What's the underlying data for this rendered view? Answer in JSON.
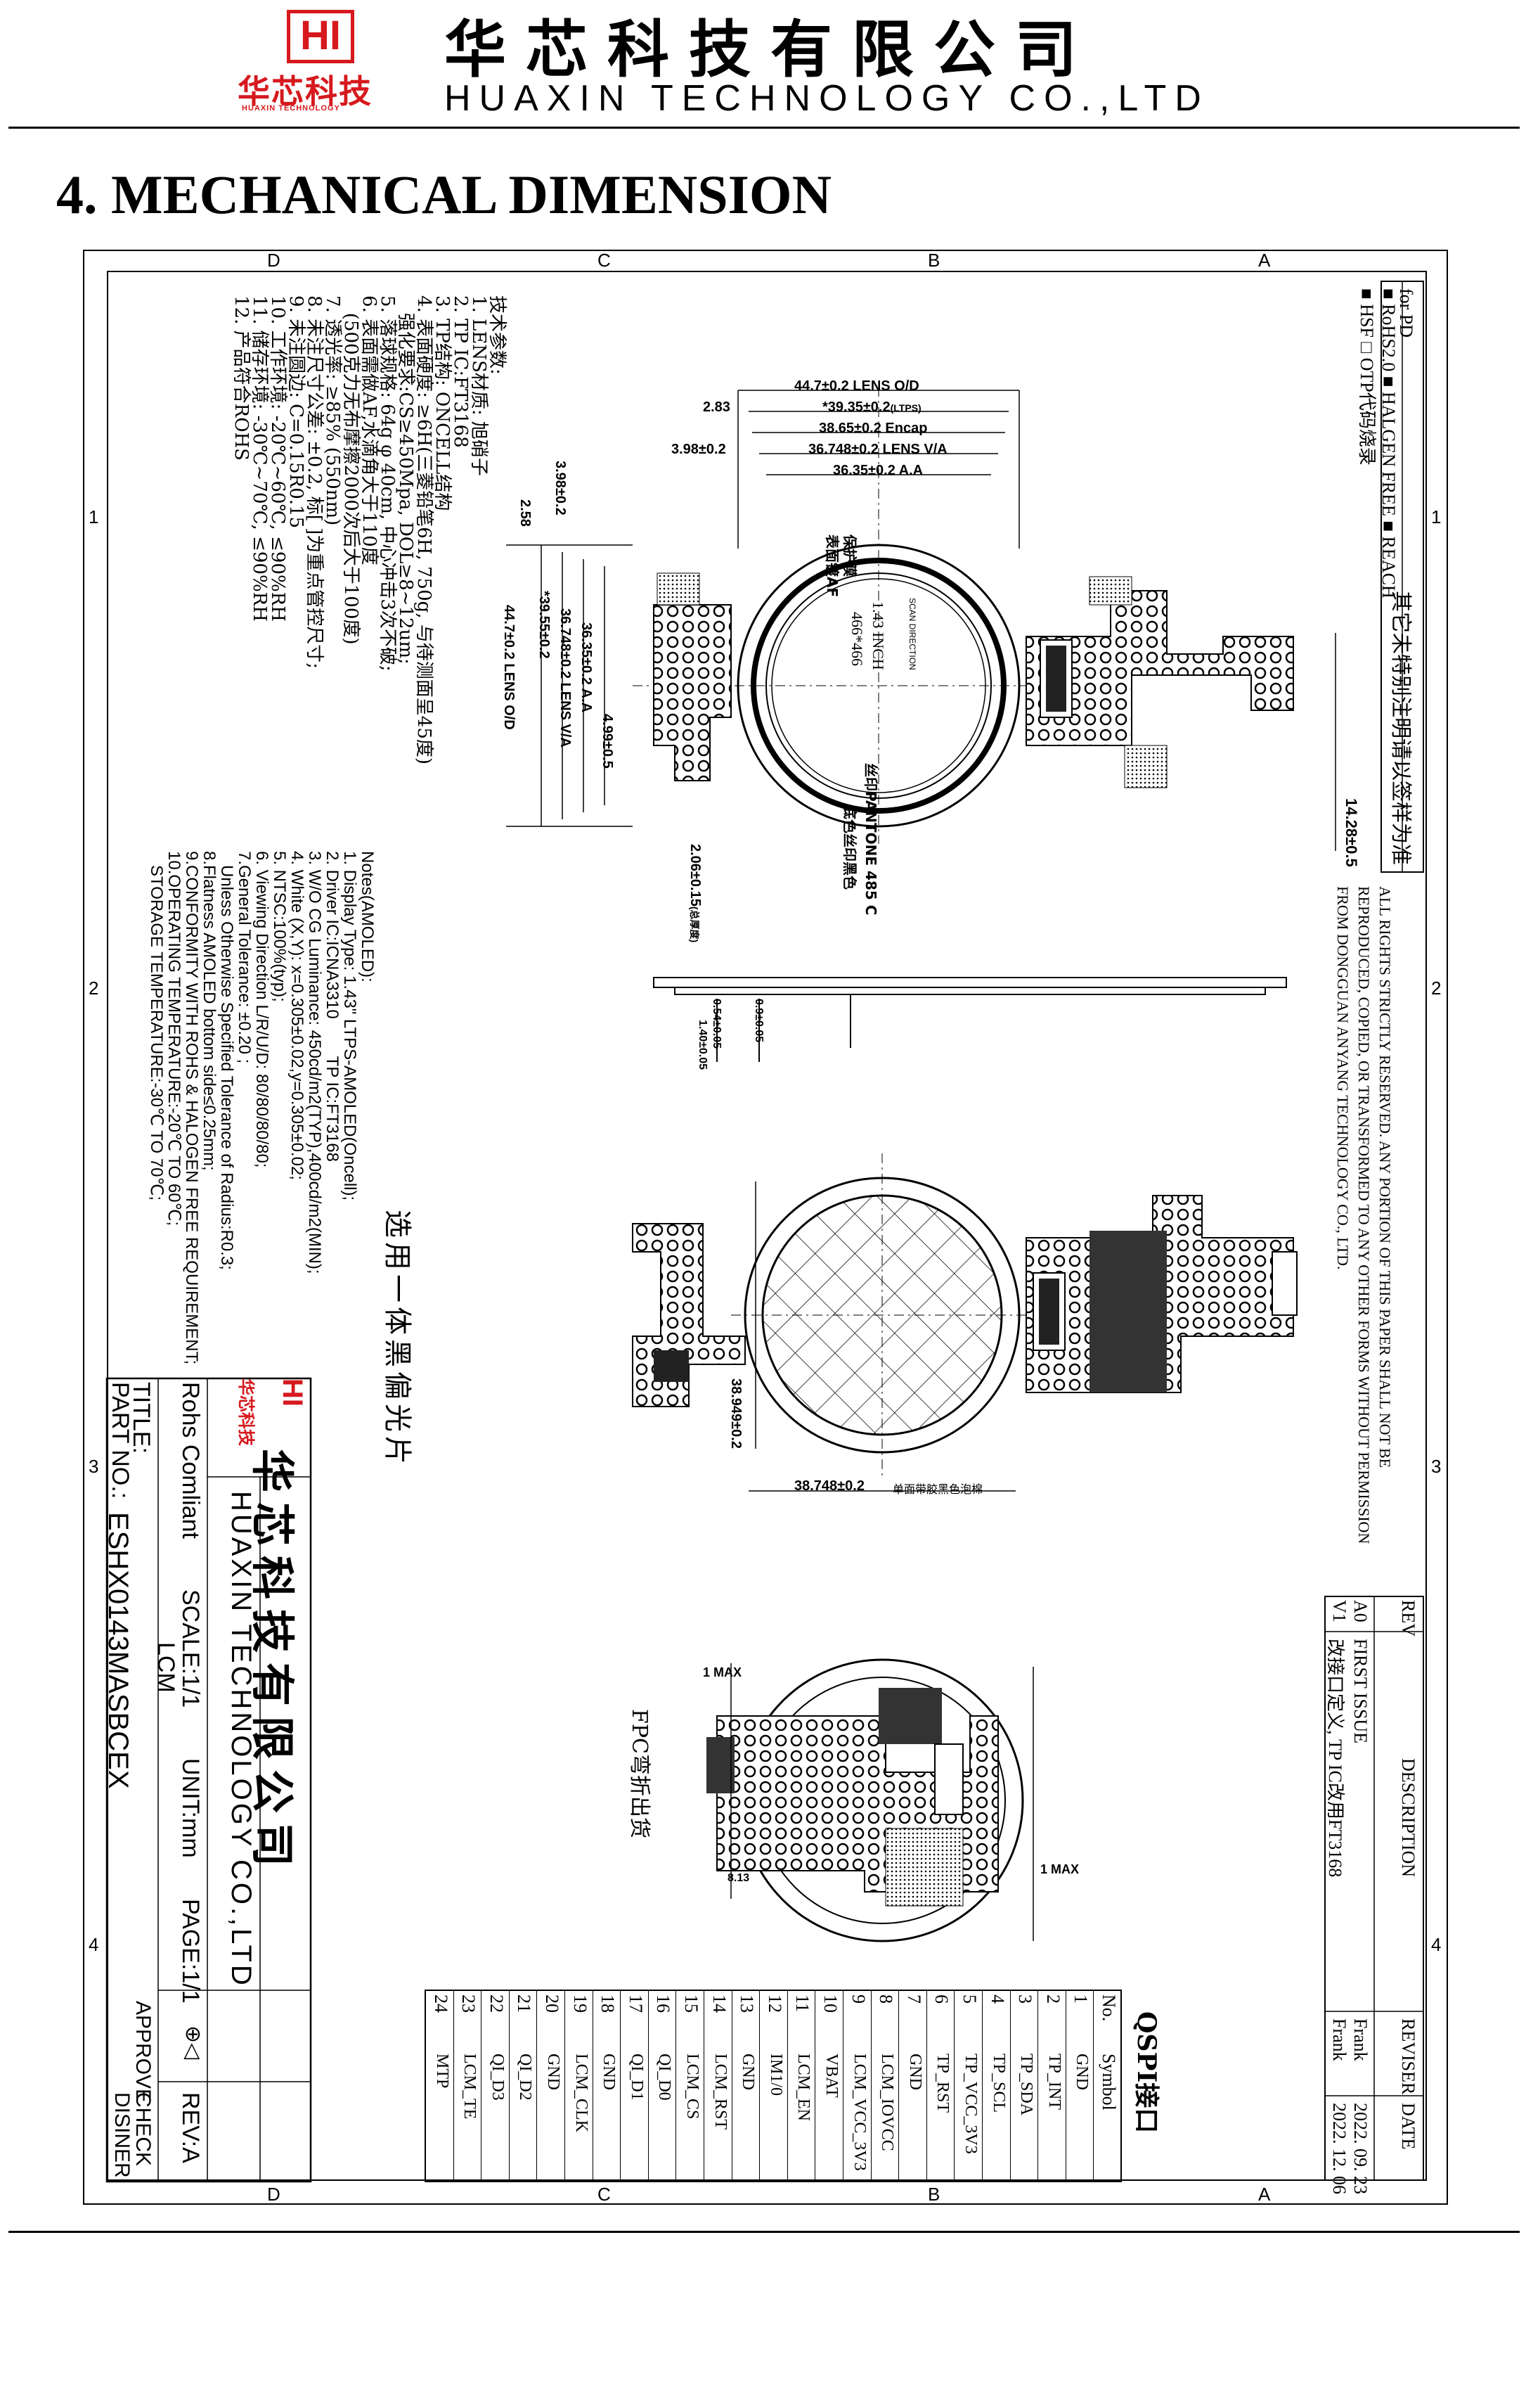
{
  "header": {
    "logo_mark": "HI",
    "logo_cn": "华芯科技",
    "logo_en": "HUAXIN TECHNOLOGY",
    "company_cn": "华芯科技有限公司",
    "company_en": "HUAXIN TECHNOLOGY CO.,LTD"
  },
  "section_title": "4.  MECHANICAL DIMENSION",
  "zones": {
    "letters": [
      "A",
      "B",
      "C",
      "D"
    ],
    "numbers": [
      "1",
      "2",
      "3",
      "4"
    ]
  },
  "compliance": {
    "for": "for PD",
    "line1": "■ RoHS2.0 ■ HALGEN FREE ■ REACH",
    "line2": "■ HSF  □ OTP代码烧录",
    "note": "其它未特别注明请以签样为准"
  },
  "rights_notice": "ALL RIGHTS STRICTLY RESERVED. ANY PORTION OF THIS PAPER SHALL NOT BE REPRODUCED, COPIED, OR TRANSFORMED TO ANY OTHER FORMS WITHOUT PERMISSION FROM DONGGUAN ANYANG TECHNOLOGY CO., LTD.",
  "revisions": {
    "headers": [
      "REV",
      "DESCRIPTION",
      "REVISER",
      "DATE"
    ],
    "rows": [
      [
        "A0",
        "FIRST ISSUE",
        "Frank",
        "2022. 09. 23"
      ],
      [
        "V1",
        "改接口定义, TP IC改用FT3168",
        "Frank",
        "2022. 12. 06"
      ]
    ]
  },
  "interface": {
    "title": "QSPI接口",
    "headers": [
      "No.",
      "Symbol"
    ],
    "pins": [
      [
        "1",
        "GND"
      ],
      [
        "2",
        "TP_INT"
      ],
      [
        "3",
        "TP_SDA"
      ],
      [
        "4",
        "TP_SCL"
      ],
      [
        "5",
        "TP_VCC_3V3"
      ],
      [
        "6",
        "TP_RST"
      ],
      [
        "7",
        "GND"
      ],
      [
        "8",
        "LCM_IOVCC"
      ],
      [
        "9",
        "LCM_VCC_3V3"
      ],
      [
        "10",
        "VBAT"
      ],
      [
        "11",
        "LCM_EN"
      ],
      [
        "12",
        "IM1/0"
      ],
      [
        "13",
        "GND"
      ],
      [
        "14",
        "LCM_RST"
      ],
      [
        "15",
        "LCM_CS"
      ],
      [
        "16",
        "QI_D0"
      ],
      [
        "17",
        "QI_D1"
      ],
      [
        "18",
        "GND"
      ],
      [
        "19",
        "LCM_CLK"
      ],
      [
        "20",
        "GND"
      ],
      [
        "21",
        "QI_D2"
      ],
      [
        "22",
        "QI_D3"
      ],
      [
        "23",
        "LCM_TE"
      ],
      [
        "24",
        "MTP"
      ]
    ]
  },
  "tech_params": {
    "title": "技术参数:",
    "items": [
      "1. LENS材质: 旭硝子",
      "2. TP IC:FT3168",
      "3. TP结构: ONCELL结构",
      "4. 表面硬度: ≥6H(三菱铅笔6H, 750g, 与待测面呈45度)",
      "   强化要求:CS≥450Mpa, DOL≥8~12um;",
      "5. 落球规格: 64g φ 40cm, 中心冲击3次不破;",
      "6. 表面需做AF,水滴角大于110度",
      "   (500克力无布摩擦2000次后大于100度)",
      "7. 透光率: ≥85% (550nm)",
      "8. 未注尺寸公差: ±0.2, 标[ ]为重点管控尺寸;",
      "9. 未注圆边: C=0.15R0.15",
      "10. 工作环境: -20℃~60℃, ≤90%RH",
      "11. 储存环境: -30℃~70℃, ≤90%RH",
      "12. 产品符合ROHS"
    ]
  },
  "notes": {
    "title": "Notes(AMOLED):",
    "items": [
      "1. Display Type: 1.43\" LTPS-AMOLED(Oncell);",
      "2. Driver IC:ICNA3310        TP IC:FT3168",
      "3. W/O CG Luminance: 450cd/m2(TYP),400cd/m2(MIN);",
      "4. White (X,Y): x=0.305±0.02,y=0.305±0.02;",
      "5. NTSC:100%(typ);",
      "6. Viewing Direction L/R/U/D: 80/80/80/80;",
      "7.General Tolerance: ±0.20 ;",
      "   Unless Otherwise Specified Tolerance of Radius:R0.3;",
      "8.Flatness AMOLED bottom side≤0.25mm;",
      "9.CONFORMITY WITH ROHS & HALOGEN FREE REQUIREMENT;",
      "10.OPERATING TEMPERATURE:-20℃ TO 60℃;",
      "   STORAGE TEMPERATURE:-30℃ TO 70℃;"
    ]
  },
  "polarizer_note": "选用一体黑偏光片",
  "dims": {
    "lens_od": "44.7±0.2 LENS O/D",
    "ltps": "*39.35±0.2",
    "ltps_tag": "(LTPS)",
    "encap": "38.65±0.2 Encap",
    "lens_va": "36.748±0.2 LENS V/A",
    "aa": "36.35±0.2 A.A",
    "d283": "2.83",
    "d398": "3.98±0.2",
    "d258": "2.58",
    "d398b": "3.98±0.2",
    "v_aa": "36.35±0.2 A.A",
    "v_va": "36.748±0.2 LENS V/A",
    "v_ltps": "*39.55±0.2",
    "v_od": "44.7±0.2 LENS O/D",
    "d499": "4.99±0.5",
    "d1428": "14.28±0.5",
    "d206": "2.06±0.15",
    "d206_tag": "(总厚度)",
    "t054": "0.54±0.05",
    "t140": "1.40±0.05",
    "t09": "0.9±0.05",
    "back_w": "38.748±0.2",
    "back_h": "38.949±0.2",
    "back_note": "单面带胶黑色泡棉",
    "fold_1max_a": "1 MAX",
    "fold_1max_b": "1 MAX",
    "fold_813": "8.13",
    "fold_note": "FPC弯折出货"
  },
  "display_labels": {
    "size": "1.43 INCH",
    "res": "466*466",
    "scan": "SCAN DIRECTION",
    "silk": "丝印PANTONE 485 C",
    "ink": "底色丝印黑色",
    "film1": "保护膜",
    "film2": "表面镀AF"
  },
  "title_block": {
    "company_cn": "华芯科技有限公司",
    "company_en": "HUAXIN TECHNOLOGY CO.,LTD",
    "rohs": "Rohs Comliant",
    "scale": "SCALE:1/1",
    "unit": "UNIT:mm",
    "page": "PAGE:1/1",
    "rev": "REV:A",
    "title_label": "TITLE:",
    "title_val": "LCM",
    "part_label": "PART NO.:",
    "part_val": "ESHX0143MASBCEX",
    "approve": "APPROVE",
    "check": "CHECK",
    "disiner": "DISINER"
  }
}
